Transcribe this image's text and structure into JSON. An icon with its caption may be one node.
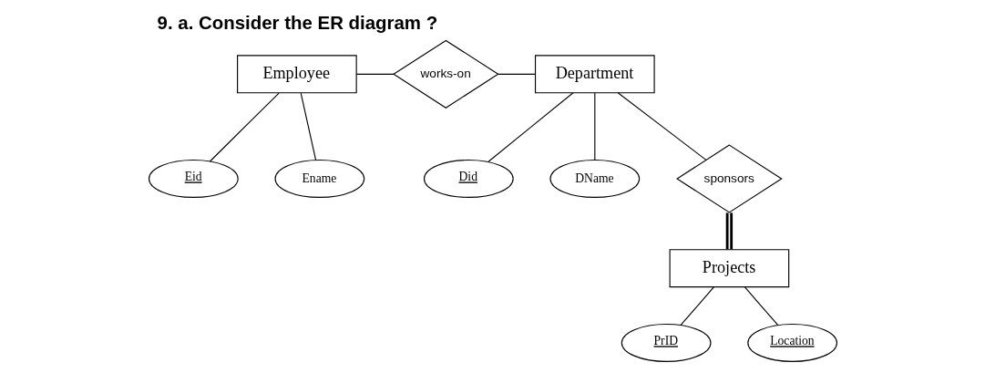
{
  "diagram": {
    "title": "9. a. Consider the ER diagram ?",
    "nodes": [
      {
        "text": [
          "Employee"
        ]
      },
      {
        "text": [
          "works-on"
        ]
      },
      {
        "text": [
          "Department"
        ]
      },
      {
        "text": [
          "Did"
        ]
      },
      {
        "text": [
          "DName"
        ]
      },
      {
        "text": [
          "Eid"
        ]
      },
      {
        "text": [
          "Ename"
        ]
      },
      {
        "text": [
          "sponsors"
        ]
      },
      {
        "text": [
          "PrID"
        ]
      },
      {
        "text": [
          "Location"
        ]
      },
      {
        "text": [
          "Projects"
        ]
      }
    ],
    "edges": [
      {
        "from": 0,
        "to": 1,
        "arrow": "none"
      },
      {
        "from": 1,
        "to": 2,
        "arrow": "none"
      },
      {
        "from": 2,
        "to": 3,
        "arrow": "none"
      },
      {
        "from": 2,
        "to": 4,
        "arrow": "none"
      },
      {
        "from": 0,
        "to": 5,
        "arrow": "none"
      },
      {
        "from": 0,
        "to": 6,
        "arrow": "none"
      },
      {
        "from": 2,
        "to": 7,
        "arrow": "none"
      },
      {
        "from": 7,
        "to": 10,
        "arrow": "none",
        "style": "thick"
      },
      {
        "from": 10,
        "to": 8,
        "arrow": "none"
      },
      {
        "from": 10,
        "to": 9,
        "arrow": "none"
      }
    ]
  }
}
